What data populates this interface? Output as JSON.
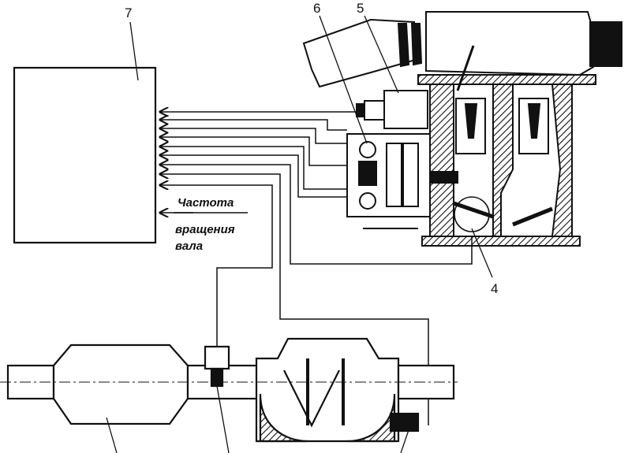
{
  "labels": {
    "l7": "7",
    "l6": "6",
    "l5": "5",
    "l4": "4"
  },
  "caption": {
    "line1": "Частота",
    "line2": "вращения",
    "line3": "вала"
  },
  "colors": {
    "ink": "#111111",
    "paper": "#ffffff"
  }
}
